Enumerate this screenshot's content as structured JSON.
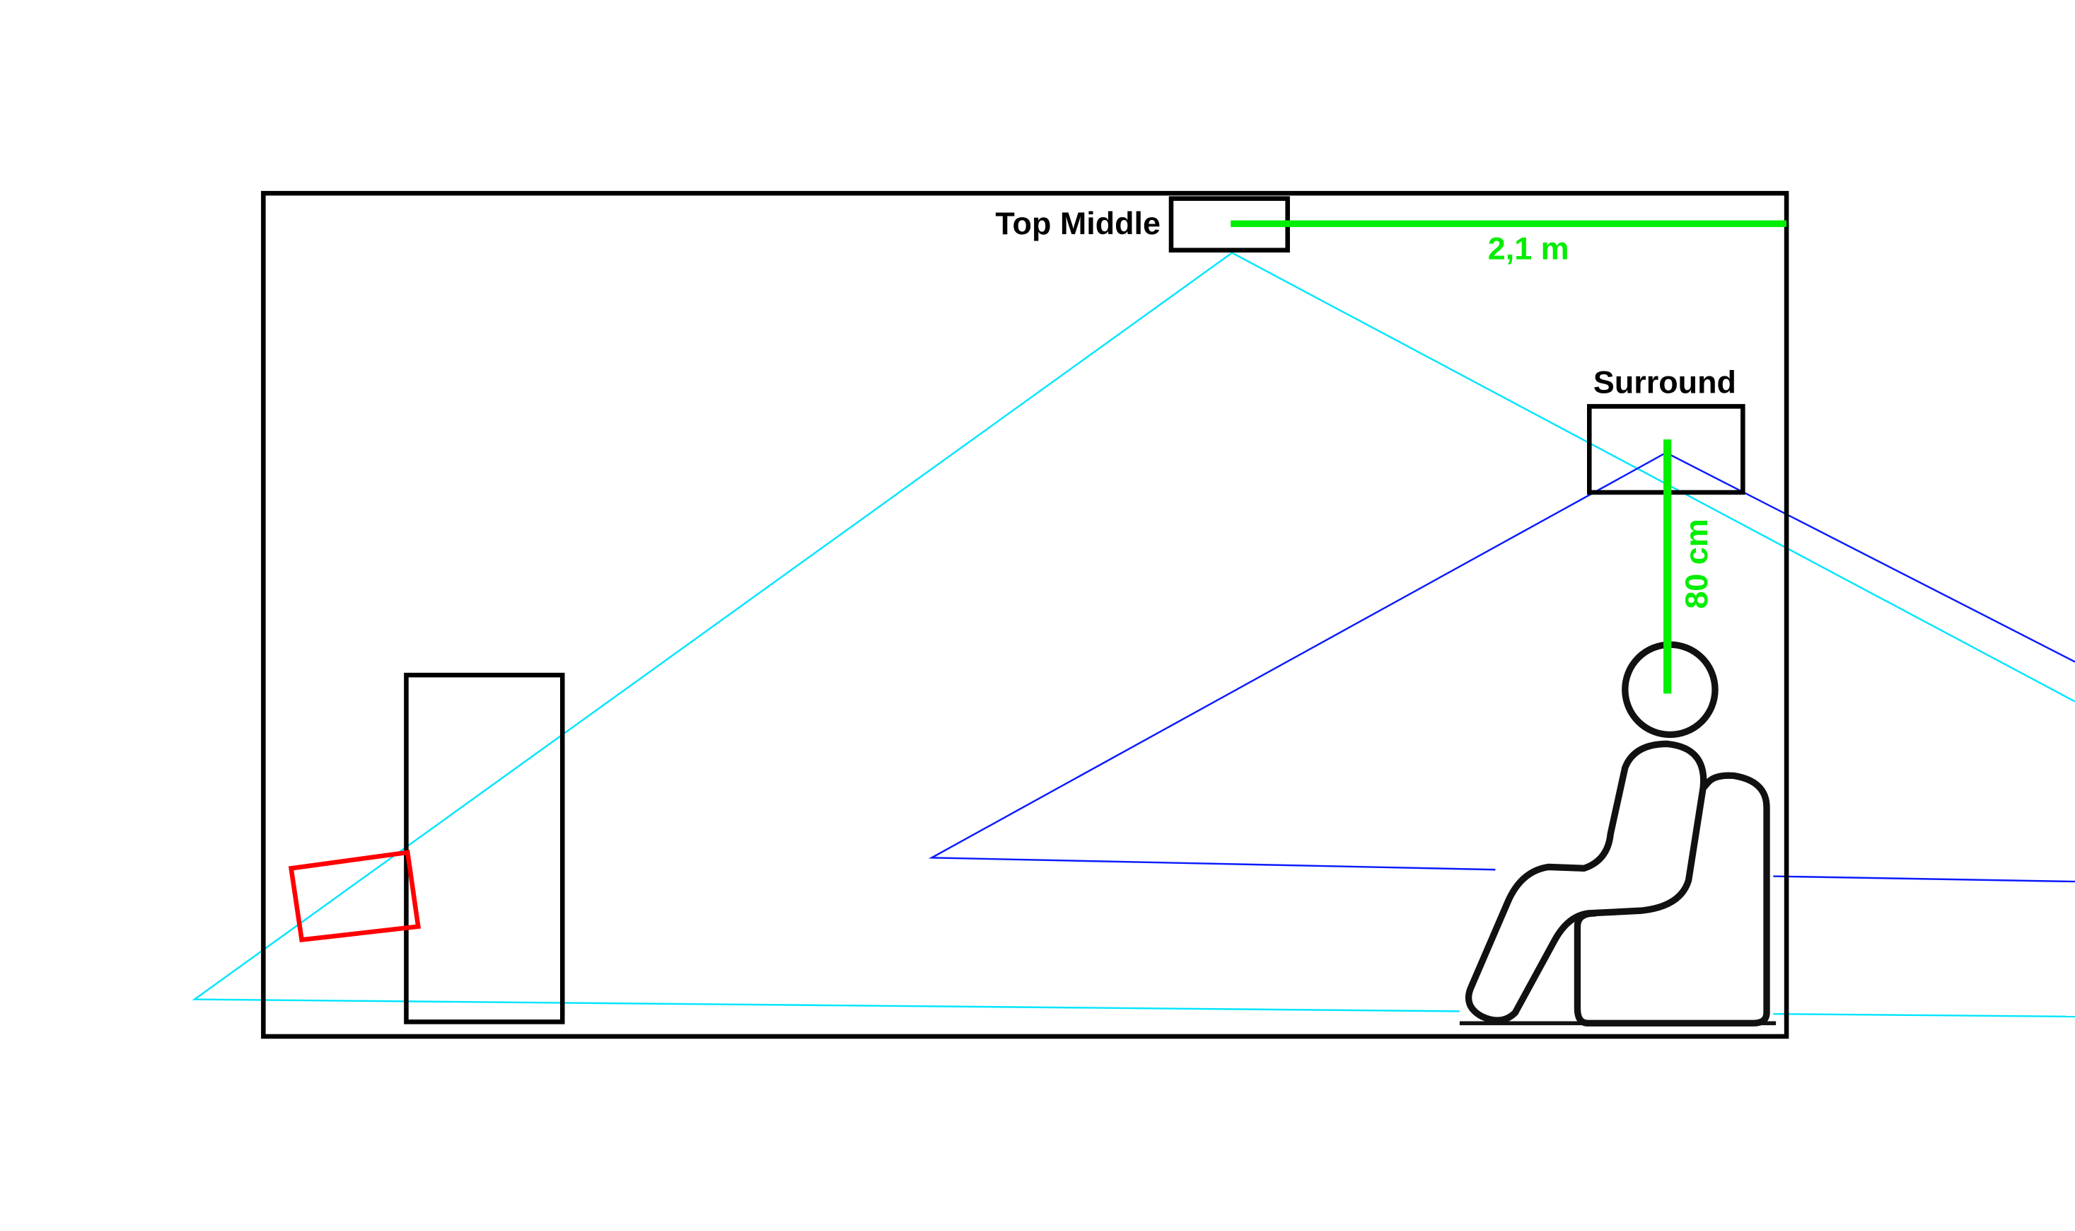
{
  "diagram": {
    "labels": {
      "top_middle": "Top Middle",
      "surround": "Surround",
      "horizontal_distance": "2,1 m",
      "vertical_distance": "80 cm"
    },
    "colors": {
      "outline": "#000000",
      "measurement": "#00ee00",
      "top_middle_beam": "#00e5ff",
      "surround_beam": "#0a1aff",
      "projector": "#ff0000"
    }
  }
}
